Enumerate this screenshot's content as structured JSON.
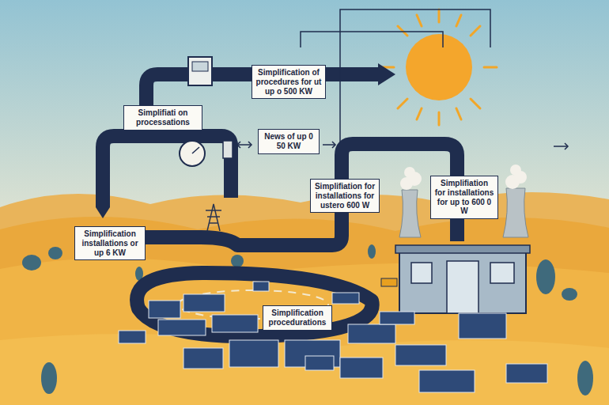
{
  "diagram": {
    "nodes": [
      {
        "text": [
          "Simplification of procedures for ut up o 500 KW"
        ]
      },
      {
        "text": [
          "Simplifiati on processations"
        ]
      },
      {
        "text": [
          "News of up 0 50 KW"
        ]
      },
      {
        "text": [
          "Simplifiation for installations for ustero 600 W"
        ]
      },
      {
        "text": [
          "Simplifiation for installations for up to 600 0 W"
        ]
      },
      {
        "text": [
          "Simplification installations or up 6 KW"
        ]
      },
      {
        "text": [
          "Simplification procedurations"
        ]
      }
    ]
  }
}
